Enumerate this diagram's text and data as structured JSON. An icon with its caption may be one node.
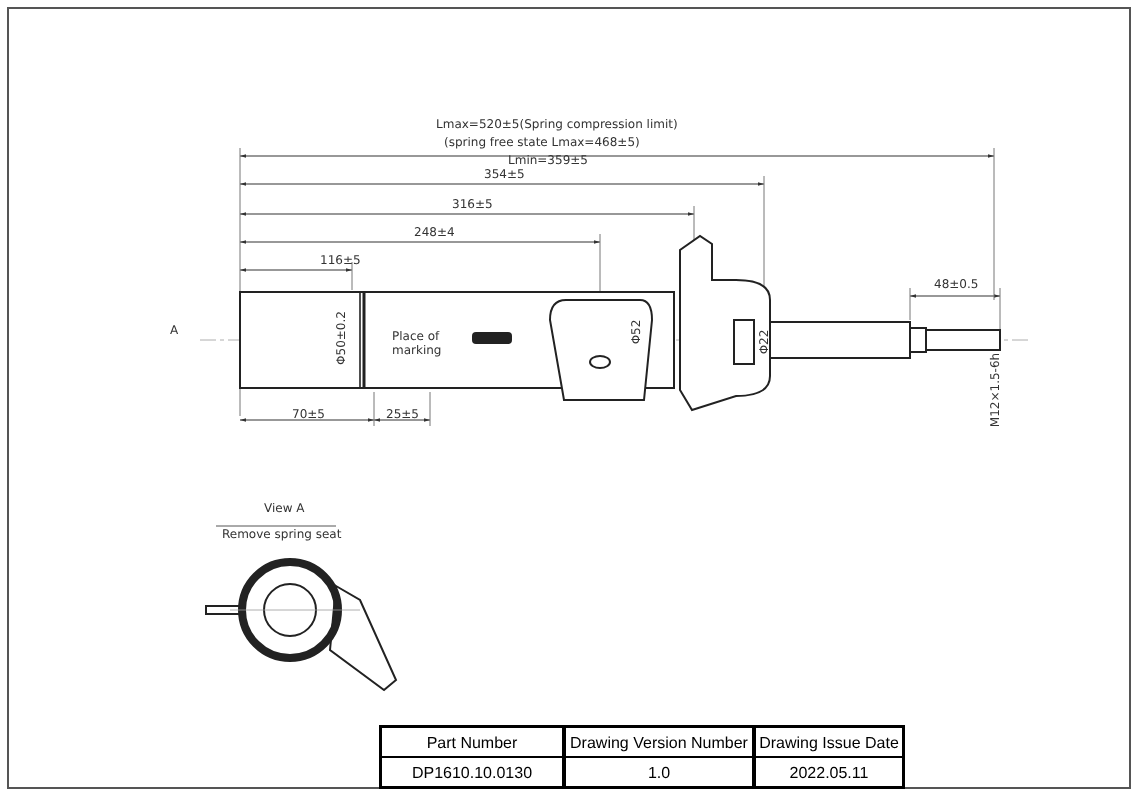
{
  "diagram": {
    "labels": [
      "Lmax=520±5(Spring compression limit)",
      "(spring free state Lmax=468±5)",
      "Lmin=359±5",
      "354±5",
      "316±5",
      "248±4",
      "116±5",
      "A",
      "Φ50±0.2",
      "Place of marking",
      "Φ52",
      "Φ22",
      "48±0.5",
      "M12×1.5-6h",
      "70±5",
      "25±5",
      "View A",
      "Remove spring seat",
      "Part Number",
      "Drawing Version  Number",
      "Drawing Issue Date",
      "DP1610.10.0130",
      "1.0",
      "2022.05.11"
    ]
  }
}
